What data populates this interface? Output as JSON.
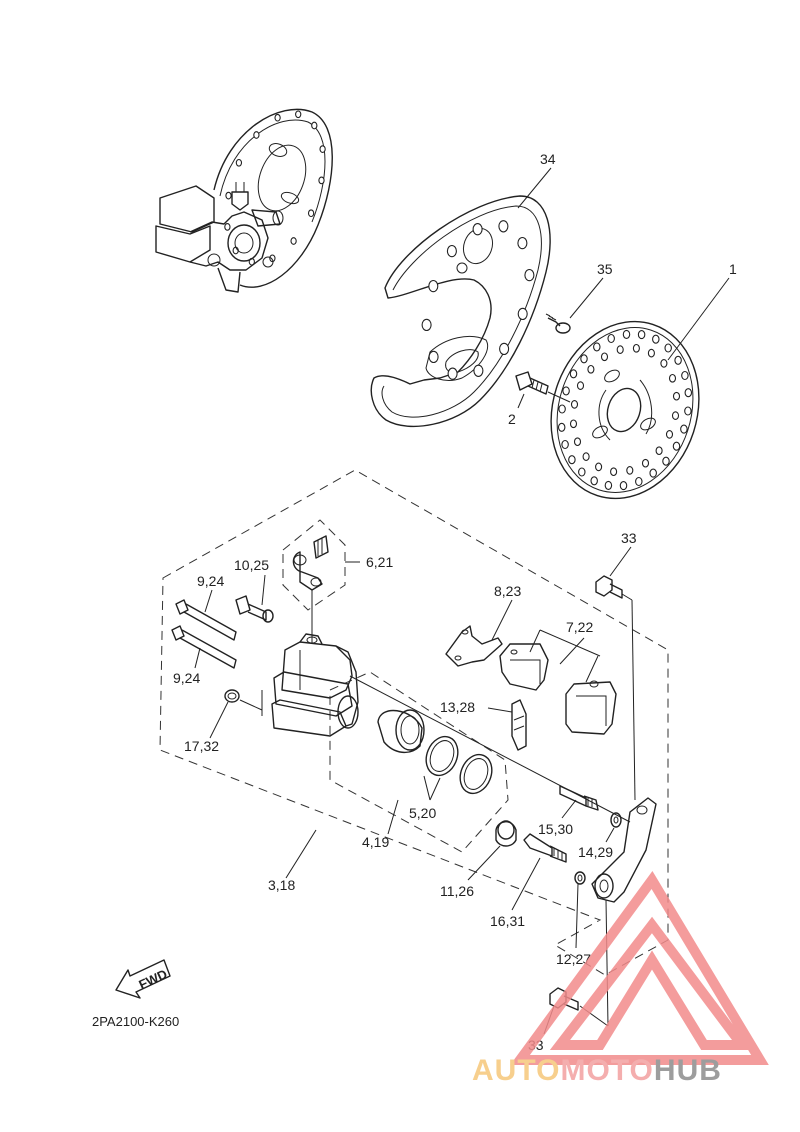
{
  "diagram": {
    "diagram_code": "2PA2100-K260",
    "fwd_label": "FWD",
    "callouts": {
      "c1": "1",
      "c2": "2",
      "c34": "34",
      "c35": "35",
      "c33_top": "33",
      "c33_bottom": "33",
      "c6_21": "6,21",
      "c10_25": "10,25",
      "c9_24_top": "9,24",
      "c9_24_bottom": "9,24",
      "c8_23": "8,23",
      "c7_22": "7,22",
      "c13_28": "13,28",
      "c17_32": "17,32",
      "c5_20": "5,20",
      "c4_19": "4,19",
      "c15_30": "15,30",
      "c14_29": "14,29",
      "c11_26": "11,26",
      "c16_31": "16,31",
      "c12_27": "12,27",
      "c3_18": "3,18"
    }
  },
  "watermark": {
    "part1": "AUTO",
    "part2": "MOTO",
    "part3": "HUB",
    "colors": {
      "part1": "#f6c77a",
      "part2": "#f3a0a0",
      "part3": "#8c8c8c",
      "triangle": "#f28b8b"
    }
  }
}
